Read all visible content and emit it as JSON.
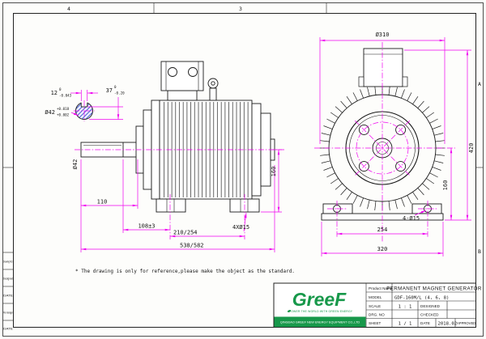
{
  "colors": {
    "dimension_magenta": "#f000f0",
    "brand_green": "#17984a",
    "line_black": "#1a1a1a",
    "hatch_blue": "#4a5fd0"
  },
  "frame": {
    "grid_top": [
      "4",
      "3"
    ],
    "grid_right": [
      "A",
      "B"
    ],
    "margin_rows": [
      "Drawing NO.",
      "Designed",
      "DATE",
      "File manager",
      "DATE"
    ]
  },
  "note": "* The drawing is only for reference,please make the object as the standard.",
  "shaft_detail": {
    "key_width": "12",
    "key_width_tol_top": "0",
    "key_width_tol_bottom": "-0.043",
    "key_depth": "37",
    "key_depth_tol_top": "0",
    "key_depth_tol_bottom": "-0.20",
    "dia": "Ø42",
    "dia_tol_top": "+0.018",
    "dia_tol_bottom": "+0.002"
  },
  "side_view": {
    "shaft_dia": "Ø42",
    "shaft_length": "110",
    "shoulder_to_hole": "108±3",
    "hole_span": "210/254",
    "overall_length": "538/582",
    "shaft_height": "160",
    "foot_holes": "4XØ15"
  },
  "front_view": {
    "fin_dia": "Ø310",
    "overall_height": "420",
    "shaft_height": "160",
    "hole_span": "254",
    "base_width": "320",
    "foot_holes": "4-Ø15"
  },
  "title_block": {
    "logo": "GreeF",
    "slogan": "POWER THE WORLD WITH GREEN ENERGY",
    "company": "QINGDAO GREEF NEW ENERGY EQUIPMENT CO.,LTD",
    "product_name_label": "Product Name",
    "product_name": "PERMANENT MAGNET GENERATOR",
    "model_label": "MODEL",
    "model": "GDF-160M/L (4, 6, 8)",
    "scale_label": "SCALE",
    "scale": "1 : 1",
    "designed_label": "DESIGNED",
    "drg_no_label": "DRG. NO",
    "checked_label": "CHECKED",
    "sheet_label": "SHEET",
    "sheet": "1 / 1",
    "date_label": "DATE",
    "date": "2018.02",
    "approved_label": "APPROVED"
  }
}
